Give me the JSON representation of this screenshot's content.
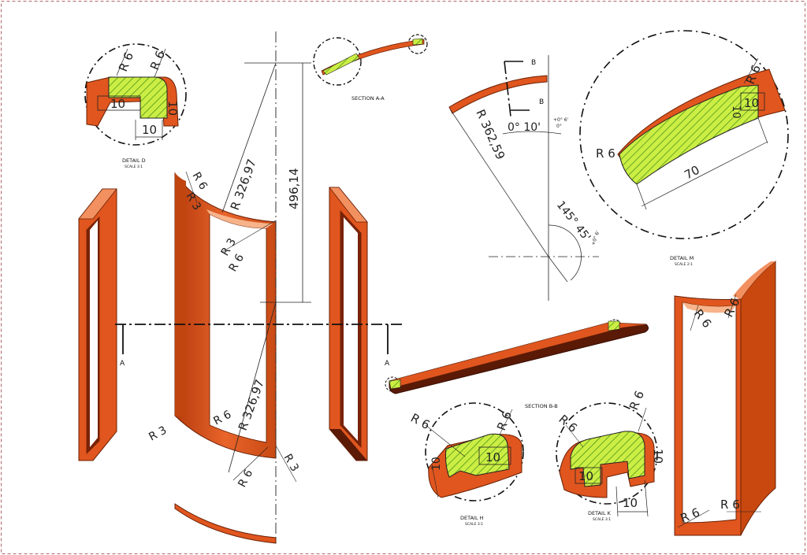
{
  "colors": {
    "part": "#e0561e",
    "part_dark": "#8a2a08",
    "part_light": "#f39a6a",
    "hatch_fill": "#ccee44",
    "hatch_line": "#3c8a14",
    "line": "#222222",
    "border": "#b06a6a"
  },
  "detail_d": {
    "title": "DETAIL D",
    "scale": "SCALE 3:1",
    "r1": "R 6",
    "r2": "R 6",
    "d1": "10",
    "d2": "10",
    "d3": "10"
  },
  "section_aa": {
    "title": "SECTION A-A",
    "mark_a": "A",
    "mark_a2": "A"
  },
  "front": {
    "r326_top": "R 326,97",
    "r326_bot": "R 326,97",
    "height": "496,14",
    "r6_tl": "R 6",
    "r3_tl": "R 3",
    "r3_in": "R 3",
    "r6_in": "R 6",
    "r3_bl": "R 3",
    "r6_bl": "R 6",
    "r6_br": "R 6",
    "r3_br": "R 3"
  },
  "arc_view": {
    "mark_b1": "B",
    "mark_b2": "B",
    "radius": "R 362,59",
    "angle1": "0° 10'",
    "tol1_up": "+0° 6'",
    "tol1_lo": "0°",
    "angle2": "145° 45'",
    "tol2": "+0° 6'"
  },
  "detail_m": {
    "title": "DETAIL M",
    "scale": "SCALE 2:1",
    "r_tr": "R 6",
    "r_l": "R 6",
    "d_top": "10",
    "d_side": "10",
    "len": "70"
  },
  "section_bb": {
    "title": "SECTION B-B"
  },
  "detail_h": {
    "title": "DETAIL H",
    "scale": "SCALE 3:1",
    "r1": "R 6",
    "r2": "R 6",
    "d1": "10",
    "d2": "10"
  },
  "detail_k": {
    "title": "DETAIL K",
    "scale": "SCALE 3:1",
    "r1": "R 6",
    "r2": "R 6",
    "d1": "10",
    "d2": "10",
    "d3": "10"
  },
  "iso": {
    "r_tl": "R 6",
    "r_tr": "R 6",
    "r_bl": "R 6",
    "r_br": "R 6"
  }
}
